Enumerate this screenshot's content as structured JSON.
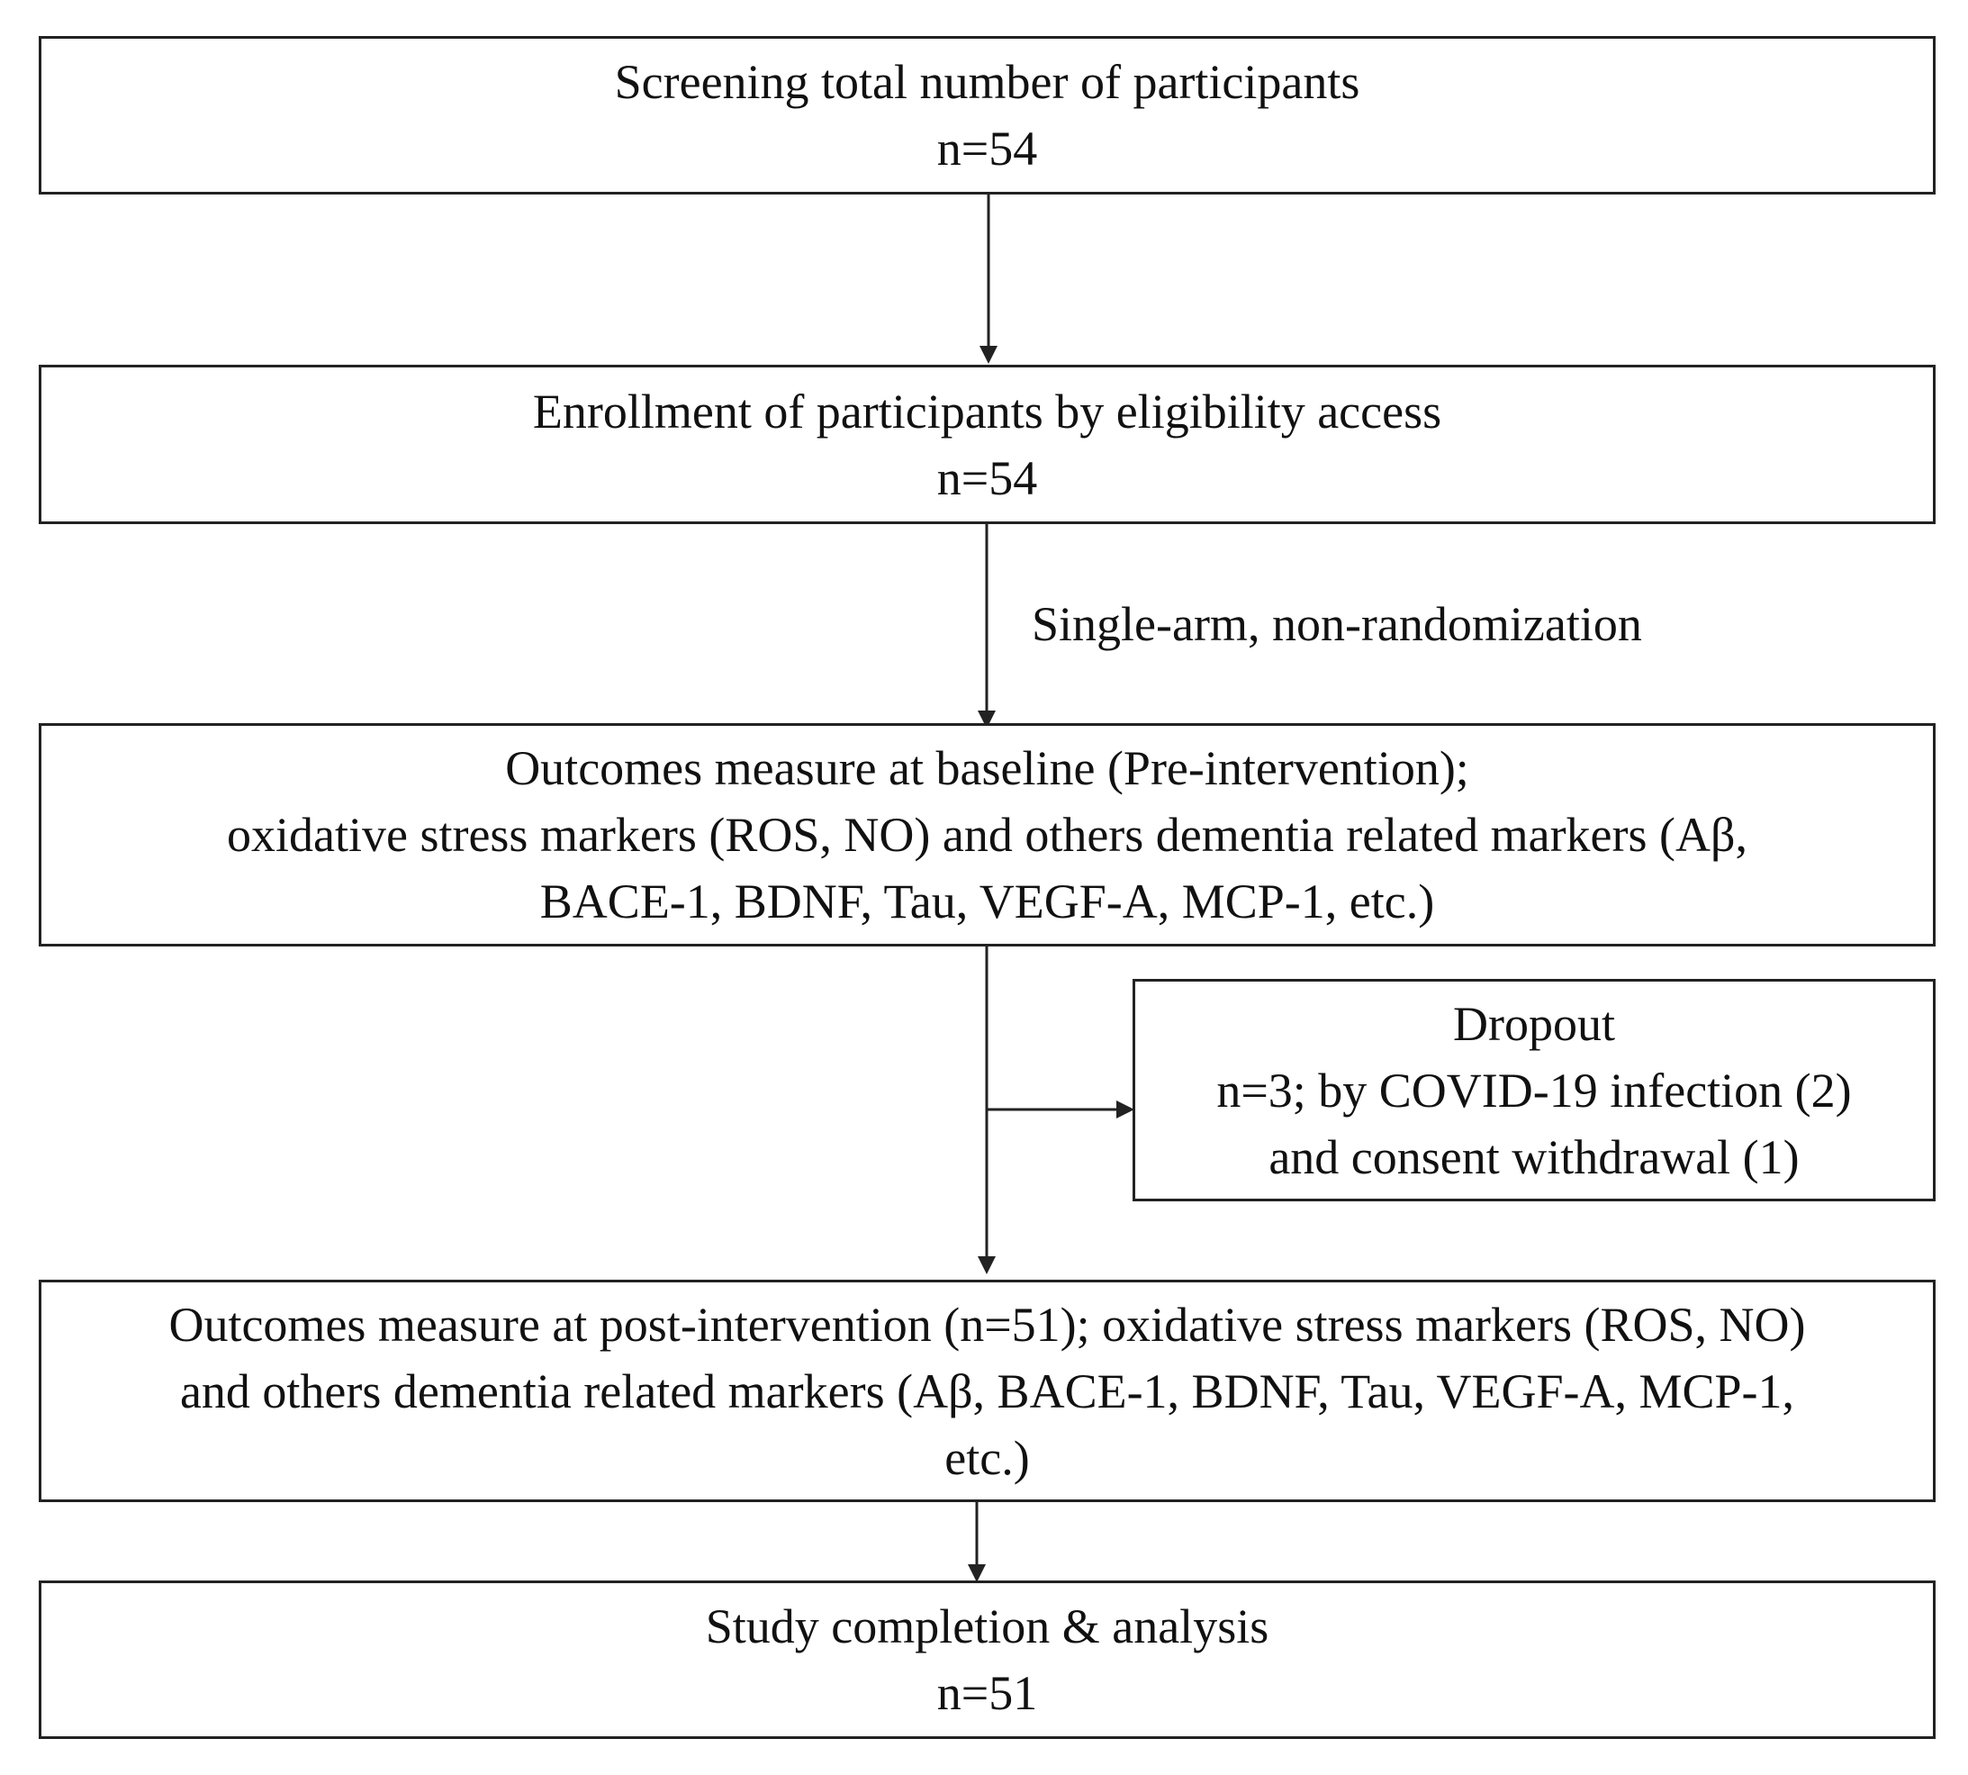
{
  "boxes": {
    "screening": {
      "line1": "Screening total number of participants",
      "line2": "n=54"
    },
    "enrollment": {
      "line1": "Enrollment of participants by eligibility access",
      "line2": "n=54"
    },
    "baseline": {
      "line1": "Outcomes measure at baseline (Pre-intervention);",
      "line2": "oxidative stress markers (ROS, NO) and others dementia related markers (Aβ,",
      "line3": "BACE-1, BDNF, Tau, VEGF-A, MCP-1, etc.)"
    },
    "dropout": {
      "line1": "Dropout",
      "line2": "n=3; by COVID-19 infection (2)",
      "line3": "and consent withdrawal (1)"
    },
    "post": {
      "line1": "Outcomes measure at post-intervention (n=51); oxidative stress markers (ROS, NO)",
      "line2": "and others dementia related markers (Aβ, BACE-1, BDNF, Tau, VEGF-A, MCP-1,",
      "line3": "etc.)"
    },
    "completion": {
      "line1": "Study completion & analysis",
      "line2": "n=51"
    }
  },
  "edge_labels": {
    "design": "Single-arm, non-randomization"
  }
}
